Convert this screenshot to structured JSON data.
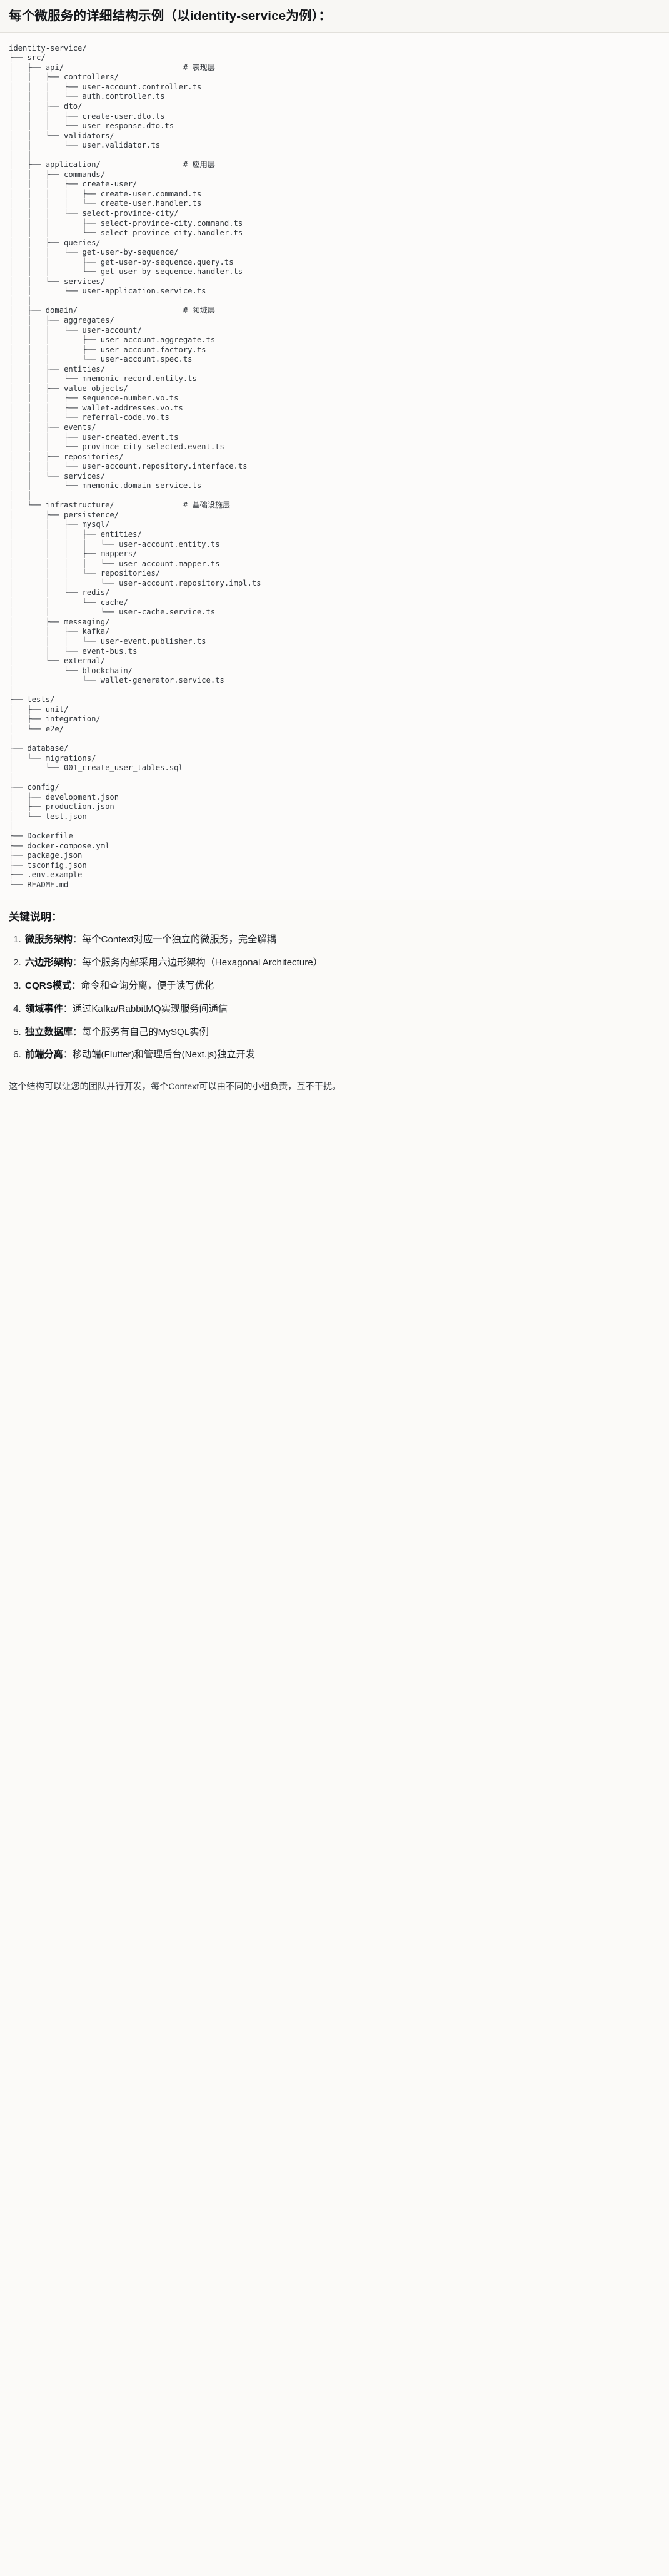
{
  "document": {
    "title": "每个微服务的详细结构示例（以identity-service为例）："
  },
  "tree": {
    "root": "identity-service/",
    "text": "identity-service/\n├── src/\n│   ├── api/                          # 表现层\n│   │   ├── controllers/\n│   │   │   ├── user-account.controller.ts\n│   │   │   └── auth.controller.ts\n│   │   ├── dto/\n│   │   │   ├── create-user.dto.ts\n│   │   │   └── user-response.dto.ts\n│   │   └── validators/\n│   │       └── user.validator.ts\n│   │\n│   ├── application/                  # 应用层\n│   │   ├── commands/\n│   │   │   ├── create-user/\n│   │   │   │   ├── create-user.command.ts\n│   │   │   │   └── create-user.handler.ts\n│   │   │   └── select-province-city/\n│   │   │       ├── select-province-city.command.ts\n│   │   │       └── select-province-city.handler.ts\n│   │   ├── queries/\n│   │   │   └── get-user-by-sequence/\n│   │   │       ├── get-user-by-sequence.query.ts\n│   │   │       └── get-user-by-sequence.handler.ts\n│   │   └── services/\n│   │       └── user-application.service.ts\n│   │\n│   ├── domain/                       # 领域层\n│   │   ├── aggregates/\n│   │   │   └── user-account/\n│   │   │       ├── user-account.aggregate.ts\n│   │   │       ├── user-account.factory.ts\n│   │   │       └── user-account.spec.ts\n│   │   ├── entities/\n│   │   │   └── mnemonic-record.entity.ts\n│   │   ├── value-objects/\n│   │   │   ├── sequence-number.vo.ts\n│   │   │   ├── wallet-addresses.vo.ts\n│   │   │   └── referral-code.vo.ts\n│   │   ├── events/\n│   │   │   ├── user-created.event.ts\n│   │   │   └── province-city-selected.event.ts\n│   │   ├── repositories/\n│   │   │   └── user-account.repository.interface.ts\n│   │   └── services/\n│   │       └── mnemonic.domain-service.ts\n│   │\n│   └── infrastructure/               # 基础设施层\n│       ├── persistence/\n│       │   ├── mysql/\n│       │   │   ├── entities/\n│       │   │   │   └── user-account.entity.ts\n│       │   │   ├── mappers/\n│       │   │   │   └── user-account.mapper.ts\n│       │   │   └── repositories/\n│       │   │       └── user-account.repository.impl.ts\n│       │   └── redis/\n│       │       └── cache/\n│       │           └── user-cache.service.ts\n│       ├── messaging/\n│       │   ├── kafka/\n│       │   │   └── user-event.publisher.ts\n│       │   └── event-bus.ts\n│       └── external/\n│           └── blockchain/\n│               └── wallet-generator.service.ts\n│\n├── tests/\n│   ├── unit/\n│   ├── integration/\n│   └── e2e/\n│\n├── database/\n│   └── migrations/\n│       └── 001_create_user_tables.sql\n│\n├── config/\n│   ├── development.json\n│   ├── production.json\n│   └── test.json\n│\n├── Dockerfile\n├── docker-compose.yml\n├── package.json\n├── tsconfig.json\n├── .env.example\n└── README.md",
    "layer_comments": [
      {
        "path": "api/",
        "comment": "# 表现层"
      },
      {
        "path": "application/",
        "comment": "# 应用层"
      },
      {
        "path": "domain/",
        "comment": "# 领域层"
      },
      {
        "path": "infrastructure/",
        "comment": "# 基础设施层"
      }
    ]
  },
  "keypoints": {
    "heading": "关键说明：",
    "items": [
      {
        "term": "微服务架构",
        "separator": "：",
        "desc": "每个Context对应一个独立的微服务，完全解耦"
      },
      {
        "term": "六边形架构",
        "separator": "：",
        "desc": "每个服务内部采用六边形架构（Hexagonal Architecture）"
      },
      {
        "term": "CQRS模式",
        "separator": "：",
        "desc": "命令和查询分离，便于读写优化"
      },
      {
        "term": "领域事件",
        "separator": "：",
        "desc": "通过Kafka/RabbitMQ实现服务间通信"
      },
      {
        "term": "独立数据库",
        "separator": "：",
        "desc": "每个服务有自己的MySQL实例"
      },
      {
        "term": "前端分离",
        "separator": "：",
        "desc": "移动端(Flutter)和管理后台(Next.js)独立开发"
      }
    ],
    "footer": "这个结构可以让您的团队并行开发，每个Context可以由不同的小组负责，互不干扰。"
  }
}
